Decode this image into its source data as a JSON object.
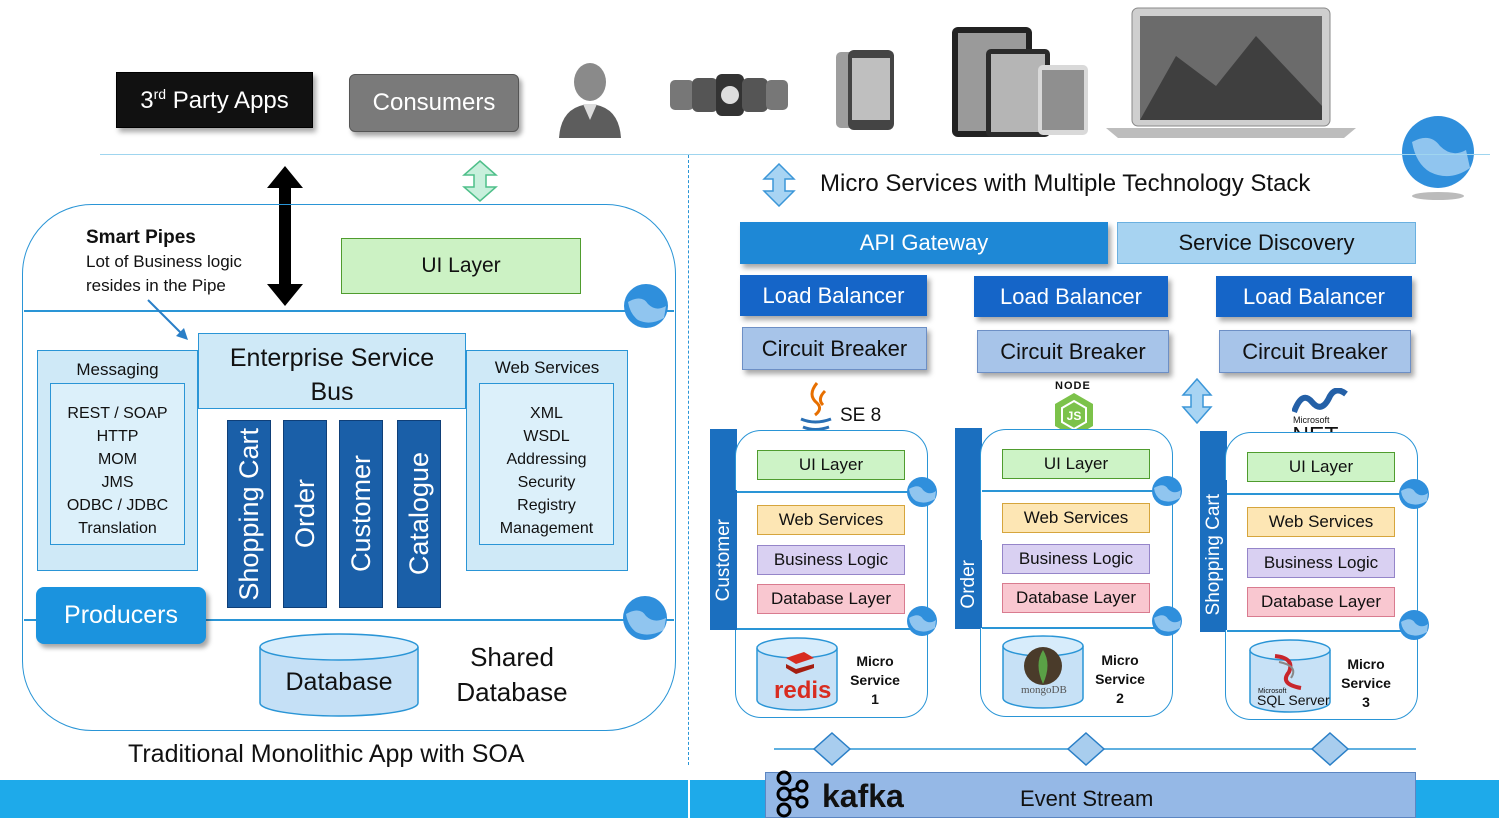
{
  "top": {
    "third_party": "3rd Party Apps",
    "consumers": "Consumers"
  },
  "mono": {
    "smart_pipes_title": "Smart Pipes",
    "smart_pipes_line1": "Lot of Business logic",
    "smart_pipes_line2": "resides in the Pipe",
    "ui_layer": "UI Layer",
    "esb_line1": "Enterprise Service",
    "esb_line2": "Bus",
    "messaging_title": "Messaging",
    "messaging_items": [
      "REST / SOAP",
      "HTTP",
      "MOM",
      "JMS",
      "ODBC / JDBC",
      "Translation"
    ],
    "webservices_title": "Web Services",
    "webservices_items": [
      "XML",
      "WSDL",
      "Addressing",
      "Security",
      "Registry",
      "Management"
    ],
    "modules": [
      "Shopping Cart",
      "Order",
      "Customer",
      "Catalogue"
    ],
    "producers": "Producers",
    "database": "Database",
    "shared_line1": "Shared",
    "shared_line2": "Database",
    "caption": "Traditional Monolithic App with SOA"
  },
  "micro": {
    "title": "Micro Services with Multiple Technology Stack",
    "api_gateway": "API Gateway",
    "service_discovery": "Service Discovery",
    "load_balancer": "Load Balancer",
    "circuit_breaker": "Circuit Breaker",
    "ui_layer": "UI Layer",
    "web_services": "Web Services",
    "business_logic": "Business Logic",
    "database_layer": "Database Layer",
    "micro_word": "Micro",
    "service_word": "Service",
    "services": [
      {
        "tab": "Customer",
        "tech": "SE 8",
        "db": "redis",
        "num": "1"
      },
      {
        "tab": "Order",
        "tech": "NODE",
        "db": "mongoDB",
        "num": "2"
      },
      {
        "tab": "Shopping Cart",
        "tech": ".NET",
        "tech_sub": "Microsoft",
        "db": "SQL Server",
        "db_sub": "Microsoft",
        "num": "3"
      }
    ],
    "kafka": "kafka",
    "event_stream": "Event Stream"
  }
}
